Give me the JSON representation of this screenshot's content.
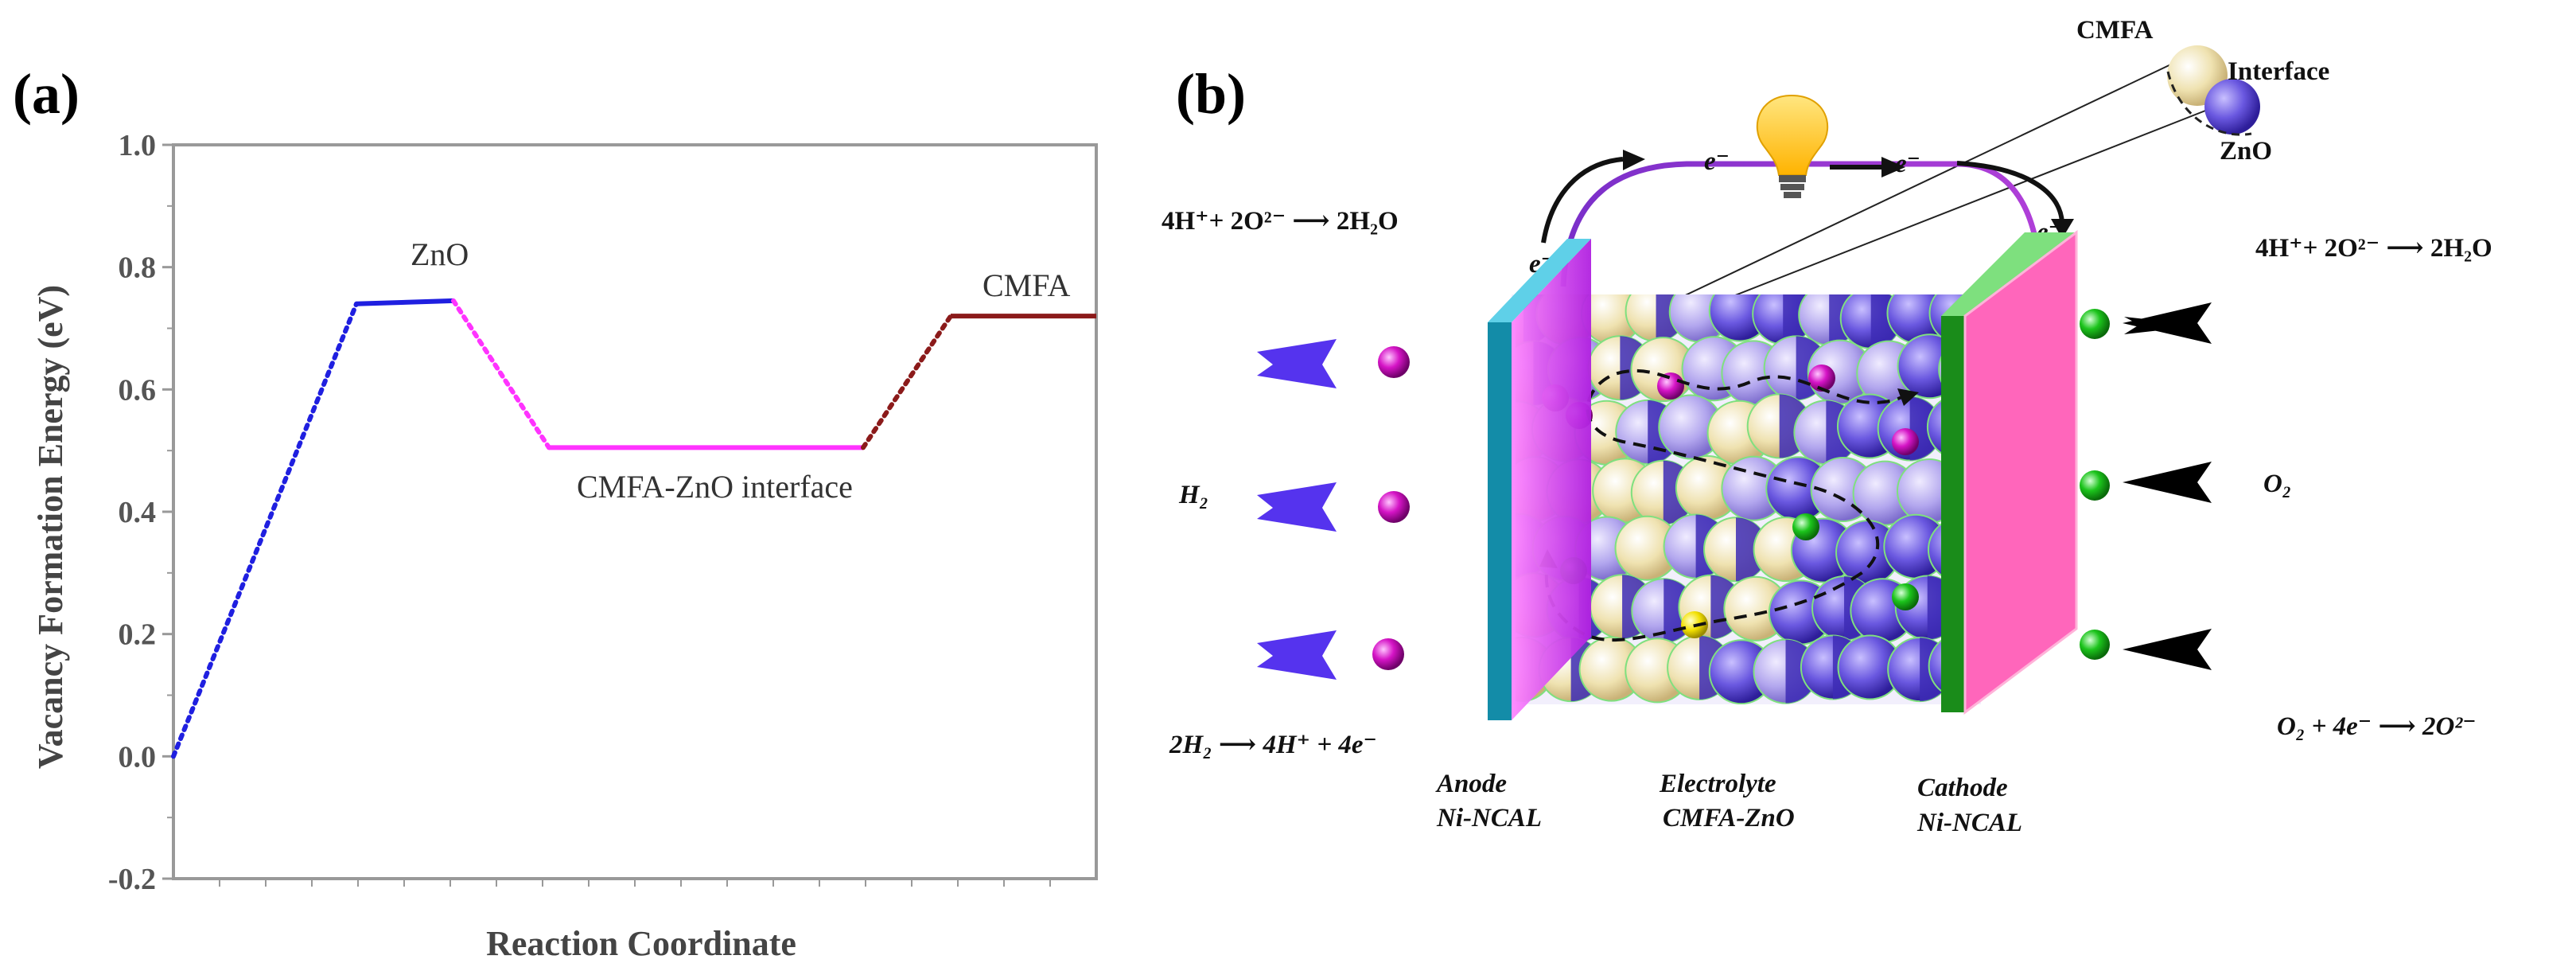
{
  "panel_a": {
    "label": "(a)",
    "chart_data": {
      "type": "line",
      "title": "",
      "xlabel": "Reaction Coordinate",
      "ylabel": "Vacancy Formation Energy (eV)",
      "ylim": [
        -0.2,
        1.0
      ],
      "yticks": [
        "1.0",
        "0.8",
        "0.6",
        "0.4",
        "0.2",
        "0.0",
        "-0.2"
      ],
      "grid": false,
      "series": [
        {
          "name": "ZnO",
          "color": "#1f1fe0",
          "points": [
            [
              0,
              0.0
            ],
            [
              1,
              0.74
            ],
            [
              2,
              0.745
            ]
          ]
        },
        {
          "name": "CMFA-ZnO interface",
          "color": "#ff33ff",
          "points": [
            [
              2,
              0.745
            ],
            [
              3,
              0.505
            ],
            [
              4,
              0.505
            ]
          ]
        },
        {
          "name": "CMFA",
          "color": "#8b1a1a",
          "points": [
            [
              4,
              0.505
            ],
            [
              5,
              0.72
            ],
            [
              6,
              0.72
            ]
          ]
        }
      ]
    }
  },
  "panel_b": {
    "label": "(b)",
    "legend": {
      "cmfa": "CMFA",
      "interface": "Interface",
      "zno": "ZnO"
    },
    "electron": "e⁻",
    "eq_top_left": "4H⁺+ 2O²⁻ ⟶  2H₂O",
    "eq_top_right": "4H⁺+ 2O²⁻ ⟶  2H₂O",
    "h2": "H₂",
    "o2": "O₂",
    "eq_bottom_left": "2H₂ ⟶  4H⁺ + 4e⁻",
    "eq_bottom_right": "O₂ + 4e⁻ ⟶  2O²⁻",
    "anode": {
      "line1": "Anode",
      "line2": "Ni-NCAL"
    },
    "electrolyte": {
      "line1": "Electrolyte",
      "line2": "CMFA-ZnO"
    },
    "cathode": {
      "line1": "Cathode",
      "line2": "Ni-NCAL"
    },
    "colors": {
      "h_arrow": "#5533ee",
      "o_arrow": "#000000",
      "anode": "#cc33ff",
      "cathode": "#ff66bb",
      "cmfa": "#e8d9a0",
      "zno": "#5a46d6"
    }
  }
}
